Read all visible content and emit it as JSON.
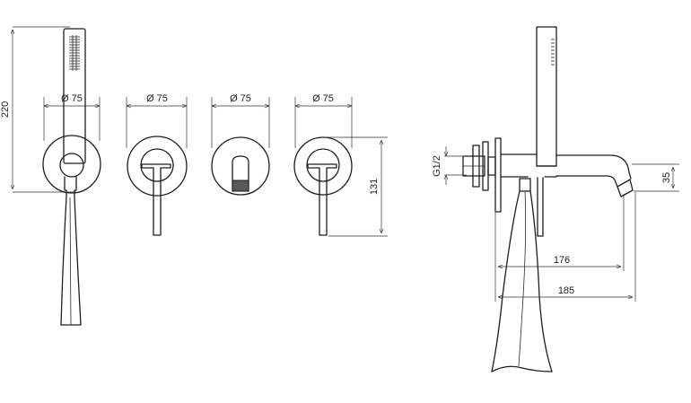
{
  "dimensions": {
    "height_total": "220",
    "diameter_1": "Ø 75",
    "diameter_2": "Ø 75",
    "diameter_3": "Ø 75",
    "diameter_4": "Ø 75",
    "height_lever": "131",
    "thread": "G1/2",
    "spout_drop": "35",
    "projection_spout": "176",
    "projection_total": "185"
  }
}
